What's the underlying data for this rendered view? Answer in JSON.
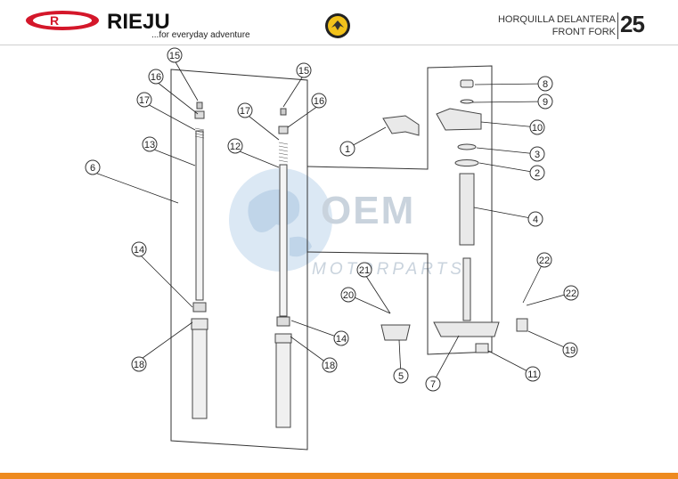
{
  "header": {
    "brand": "RIEJU",
    "tagline": "...for everyday adventure",
    "title_es": "HORQUILLA DELANTERA",
    "title_en": "FRONT FORK",
    "page_number": "25"
  },
  "watermark": {
    "main": "OEM",
    "sub": "MOTORPARTS"
  },
  "callouts": [
    "15",
    "16",
    "17",
    "13",
    "6",
    "12",
    "15",
    "16",
    "17",
    "14",
    "18",
    "14",
    "18",
    "8",
    "9",
    "10",
    "1",
    "3",
    "2",
    "4",
    "21",
    "20",
    "5",
    "7",
    "11",
    "22",
    "22",
    "19"
  ],
  "colors": {
    "brand_red": "#d4172a",
    "accent_orange": "#ee8a1f",
    "watermark": "#c9d3dd"
  }
}
